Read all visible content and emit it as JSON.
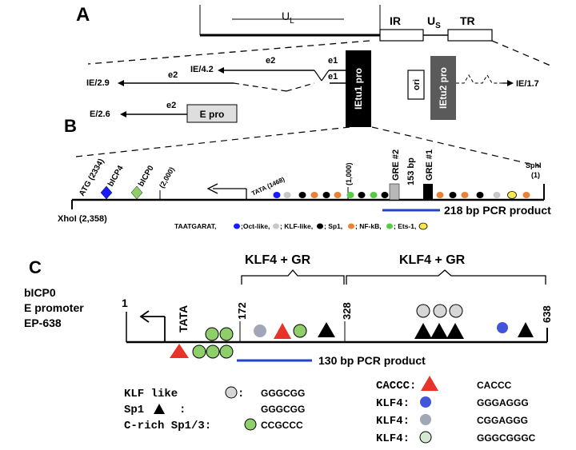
{
  "panels": {
    "a": "A",
    "b": "B",
    "c": "C"
  },
  "panel_a": {
    "genome": {
      "ul": "U",
      "ul_sub": "L",
      "ir": "IR",
      "us": "U",
      "us_sub": "S",
      "tr": "TR"
    },
    "transcripts": {
      "ie42": "IE/4.2",
      "ie29": "IE/2.9",
      "e26": "E/2.6",
      "ie17": "IE/1.7"
    },
    "exons": {
      "e2_top": "e2",
      "e1_top": "e1",
      "e1_bottom": "e1",
      "e2_mid": "e2",
      "e2_low": "e2"
    },
    "boxes": {
      "e_pro": "E pro",
      "ietu1": "IEtu1 pro",
      "ori": "ori",
      "ietu2": "IEtu2 pro"
    },
    "colors": {
      "black": "#000000",
      "grey": "#8a8a8a",
      "light": "#dcdcdc"
    }
  },
  "panel_b": {
    "atg": "ATG (2334)",
    "bicp4": "bICP4",
    "bicp0": "bICP0",
    "pos_2000": "(2,000)",
    "tata": "TATA (1468)",
    "pos_1000": "(1,000)",
    "gre2": "GRE #2",
    "bp153": "153 bp",
    "gre1": "GRE #1",
    "sphi": "SphI",
    "sphi_pos": "(1)",
    "xhoi": "XhoI (2,358)",
    "pcr": "218 bp PCR product",
    "legend": {
      "taatgarat": "TAATGARAT,",
      "oct": ";Oct-like,",
      "klf": ";  KLF-like,",
      "sp1": ";  Sp1,",
      "nfkb": "; NF-kB,",
      "ets": "; Ets-1,"
    },
    "colors": {
      "blue": "#1a1aff",
      "green": "#8fcf6a",
      "grey": "#c8c8c8",
      "orange": "#e8823a",
      "bright_green": "#55cc44",
      "yellow": "#f5e84a",
      "pcr_line": "#2244cc"
    }
  },
  "panel_c": {
    "title1": "bICP0",
    "title2": "E promoter",
    "title3": "EP-638",
    "klf_gr_1": "KLF4 + GR",
    "klf_gr_2": "KLF4 + GR",
    "tata": "TATA",
    "pos_1": "1",
    "pos_172": "172",
    "pos_328": "328",
    "pos_638": "638",
    "pcr": "130 bp PCR product",
    "legend": {
      "klf_like": "KLF like",
      "klf_like_seq": "GGGCGG",
      "sp1": "Sp1",
      "sp1_seq": "GGGCGG",
      "crich": "C-rich Sp1/3:",
      "crich_seq": "CCGCCC",
      "caccc": "CACCC:",
      "caccc_seq": "CACCC",
      "klf4_a": "KLF4:",
      "klf4_a_seq": "GGGAGGG",
      "klf4_b": "KLF4:",
      "klf4_b_seq": "CGGAGGG",
      "klf4_c": "KLF4:",
      "klf4_c_seq": "GGGCGGGC"
    },
    "colors": {
      "red": "#e8332a",
      "green": "#8fcf6a",
      "grey_light": "#d6d6d6",
      "blue_grey": "#a0a8b8",
      "blue": "#4455dd",
      "pale_green": "#d4ead0"
    }
  }
}
